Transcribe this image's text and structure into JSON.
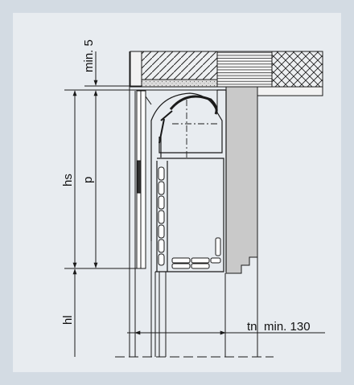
{
  "colors": {
    "background": "#d3dbe3",
    "panel": "#e8ecf0",
    "line": "#1a1a1a",
    "wall": "#f2f2f2",
    "shade": "#c9c9c9"
  },
  "labels": {
    "min_top": "min. 5",
    "hs": "hs",
    "p": "p",
    "hl": "hl",
    "tn": "tn",
    "min_side": "min. 130"
  }
}
